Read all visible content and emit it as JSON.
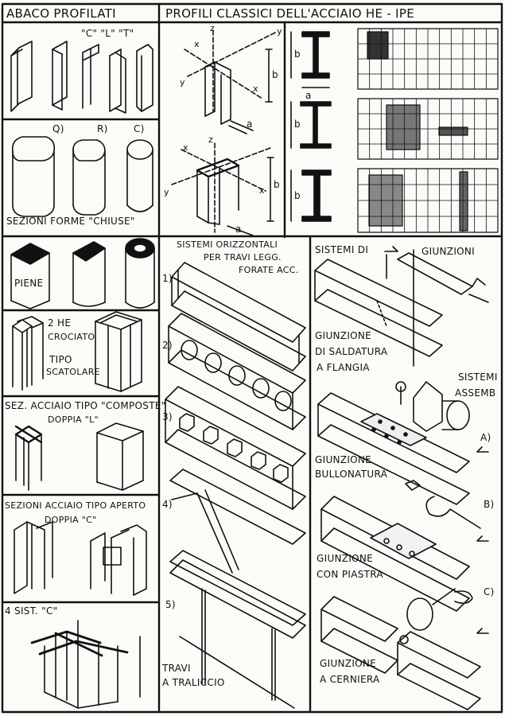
{
  "header": {
    "left_title": "ABACO  PROFILATI",
    "right_title": "PROFILI CLASSICI DELL'ACCIAIO  HE - IPE"
  },
  "left_column": {
    "open_profile_letters": "\"C\" \"L\" \"T\"",
    "closed_letters": {
      "q": "Q)",
      "r": "R)",
      "c": "C)"
    },
    "closed_sections_label": "SEZIONI FORME \"CHIUSE\"",
    "solid_label": "PIENE",
    "he_label": "2 HE",
    "crossed_label": "CROCIATO",
    "type_label": "TIPO",
    "box_label": "SCATOLARE",
    "composite_label": "SEZ. ACCIAIO TIPO \"COMPOSTE\"",
    "double_l_label": "DOPPIA \"L\"",
    "open_sections_label": "SEZIONI ACCIAIO TIPO APERTO",
    "double_c_label": "DOPPIA \"C\"",
    "four_c_label": "4 SIST. \"C\""
  },
  "axes": {
    "z": "z",
    "x": "x",
    "y": "y",
    "b": "b",
    "a": "a"
  },
  "middle_column": {
    "title_line1": "SISTEMI ORIZZONTALI",
    "title_line2": "PER TRAVI LEGG.",
    "title_line3": "FORATE ACC.",
    "numbers": [
      "1)",
      "2)",
      "3)",
      "4)",
      "5)"
    ],
    "truss_label_line1": "TRAVI",
    "truss_label_line2": "A TRALICCIO"
  },
  "right_column": {
    "title_prefix": "SISTEMI DI",
    "title_suffix": "GIUNZIONI",
    "weld_line1": "GIUNZIONE",
    "weld_line2": "DI SALDATURA",
    "weld_line3": "A FLANGIA",
    "systems_line1": "SISTEMI",
    "systems_line2": "ASSEMB",
    "marker_a": "A)",
    "marker_b": "B)",
    "marker_c": "C)",
    "bolt_line1": "GIUNZIONE",
    "bolt_line2": "BULLONATURA",
    "plate_line1": "GIUNZIONE",
    "plate_line2": "CON PIASTRA",
    "hinge_line1": "GIUNZIONE",
    "hinge_line2": "A CERNIERA"
  }
}
